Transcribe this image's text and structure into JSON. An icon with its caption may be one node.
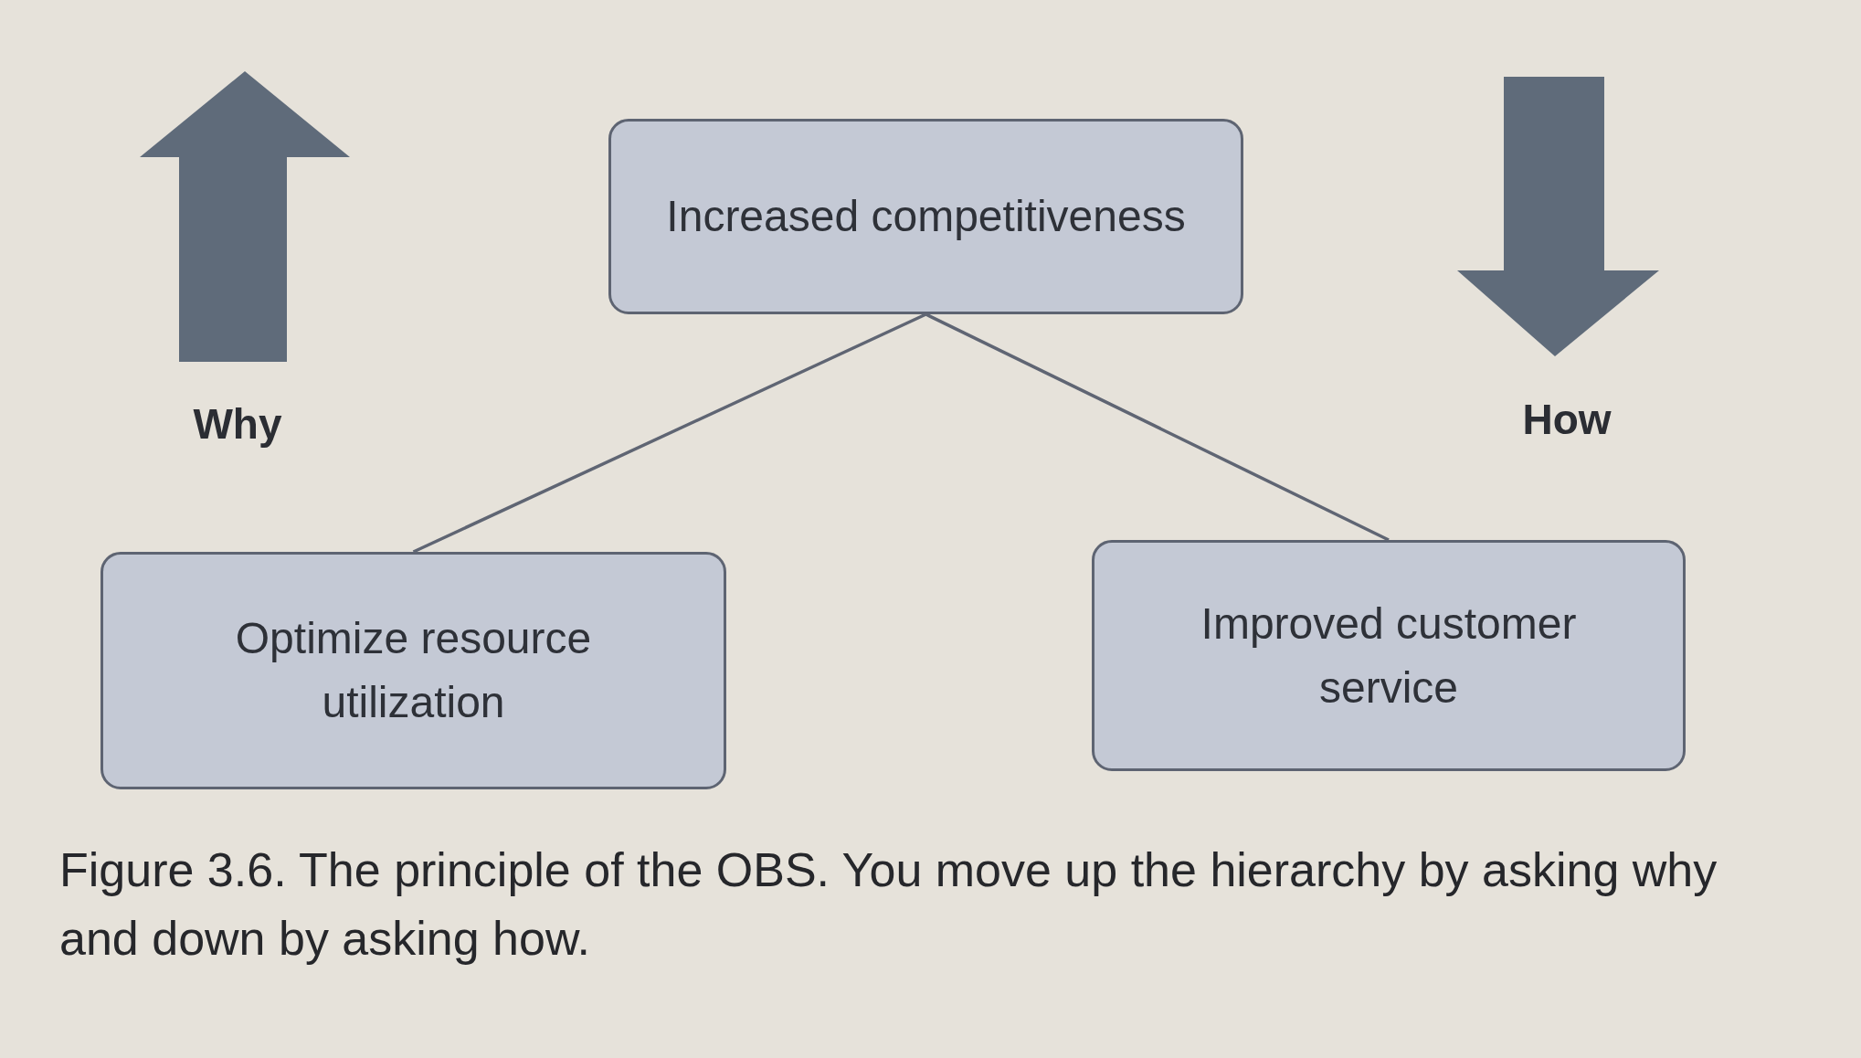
{
  "diagram": {
    "caption": "Figure 3.6. The principle of the OBS. You move up the hierarchy by asking why and down by asking how.",
    "nodes": [
      {
        "text": [
          "Increased competitiveness"
        ]
      },
      {
        "text": [
          "Optimize resource utilization"
        ]
      },
      {
        "text": [
          "Improved customer service"
        ]
      }
    ],
    "edges": [
      {
        "from": 0,
        "to": 1,
        "arrow": "none"
      },
      {
        "from": 0,
        "to": 2,
        "arrow": "none"
      }
    ],
    "labels": [
      "Why",
      "How"
    ]
  }
}
